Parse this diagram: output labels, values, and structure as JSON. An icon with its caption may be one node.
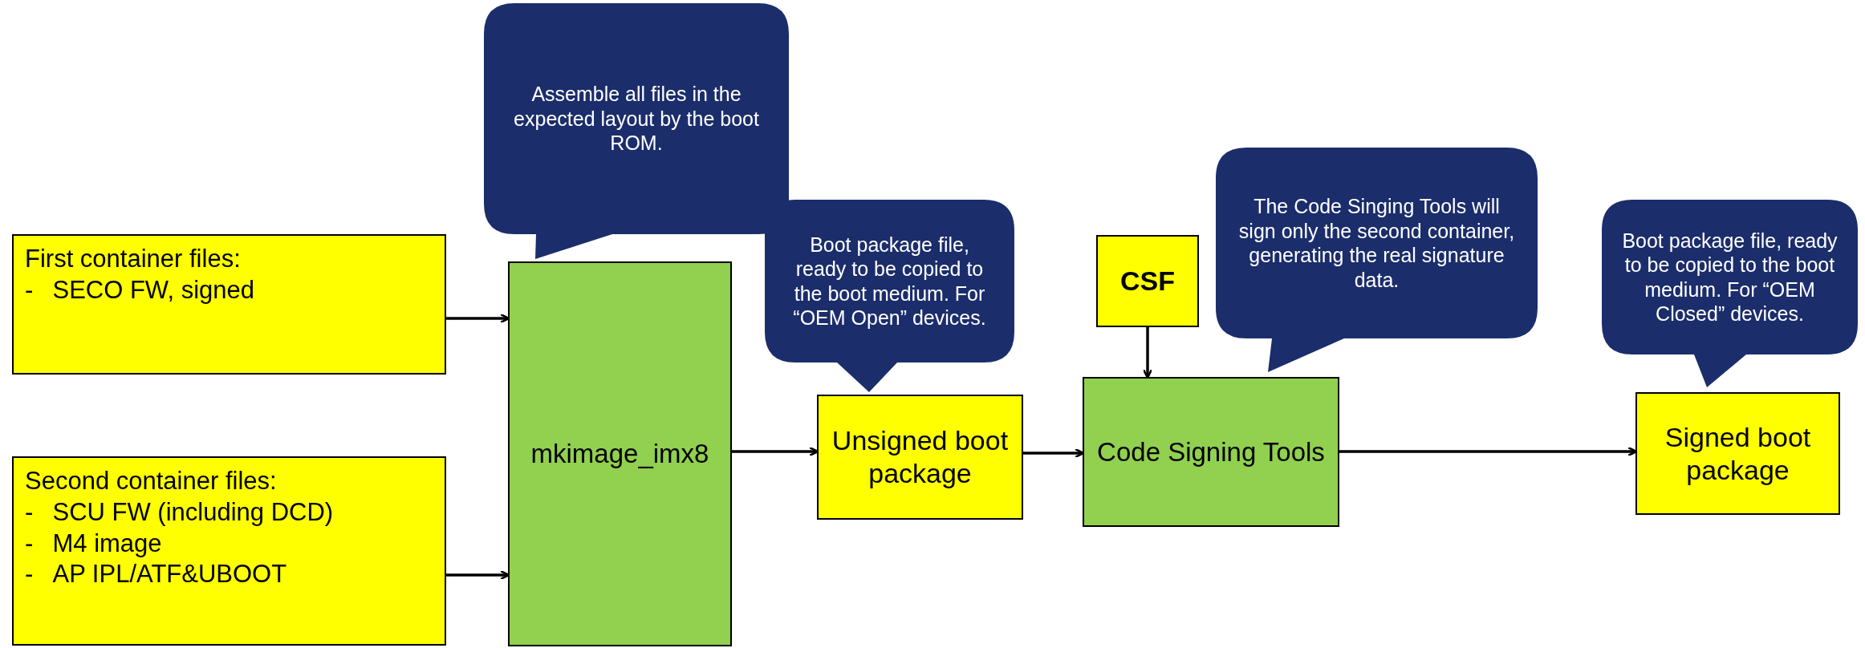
{
  "diagram": {
    "nodes": [
      {
        "text": [
          "First container files:",
          "- SECO FW, signed"
        ]
      },
      {
        "text": [
          "Second container files:",
          "- SCU FW (including DCD)",
          "- M4 image",
          "- AP IPL/ATF&UBOOT"
        ]
      },
      {
        "text": [
          "mkimage_imx8"
        ]
      },
      {
        "text": [
          "Assemble all files in the expected layout by the boot ROM."
        ]
      },
      {
        "text": [
          "Unsigned boot package"
        ]
      },
      {
        "text": [
          "Boot package file, ready to be copied to the boot medium. For “OEM Open” devices."
        ]
      },
      {
        "text": [
          "CSF"
        ]
      },
      {
        "text": [
          "Code Signing Tools"
        ]
      },
      {
        "text": [
          "The Code Singing Tools will sign only the second container, generating the real signature data."
        ]
      },
      {
        "text": [
          "Signed boot package"
        ]
      },
      {
        "text": [
          "Boot package file, ready to be copied to the boot medium. For “OEM Closed” devices."
        ]
      }
    ],
    "edges": [
      {
        "from": 0,
        "to": 2,
        "arrow": "to"
      },
      {
        "from": 1,
        "to": 2,
        "arrow": "to"
      },
      {
        "from": 2,
        "to": 4,
        "arrow": "to"
      },
      {
        "from": 4,
        "to": 7,
        "arrow": "to"
      },
      {
        "from": 6,
        "to": 7,
        "arrow": "to"
      },
      {
        "from": 7,
        "to": 9,
        "arrow": "to"
      }
    ]
  }
}
